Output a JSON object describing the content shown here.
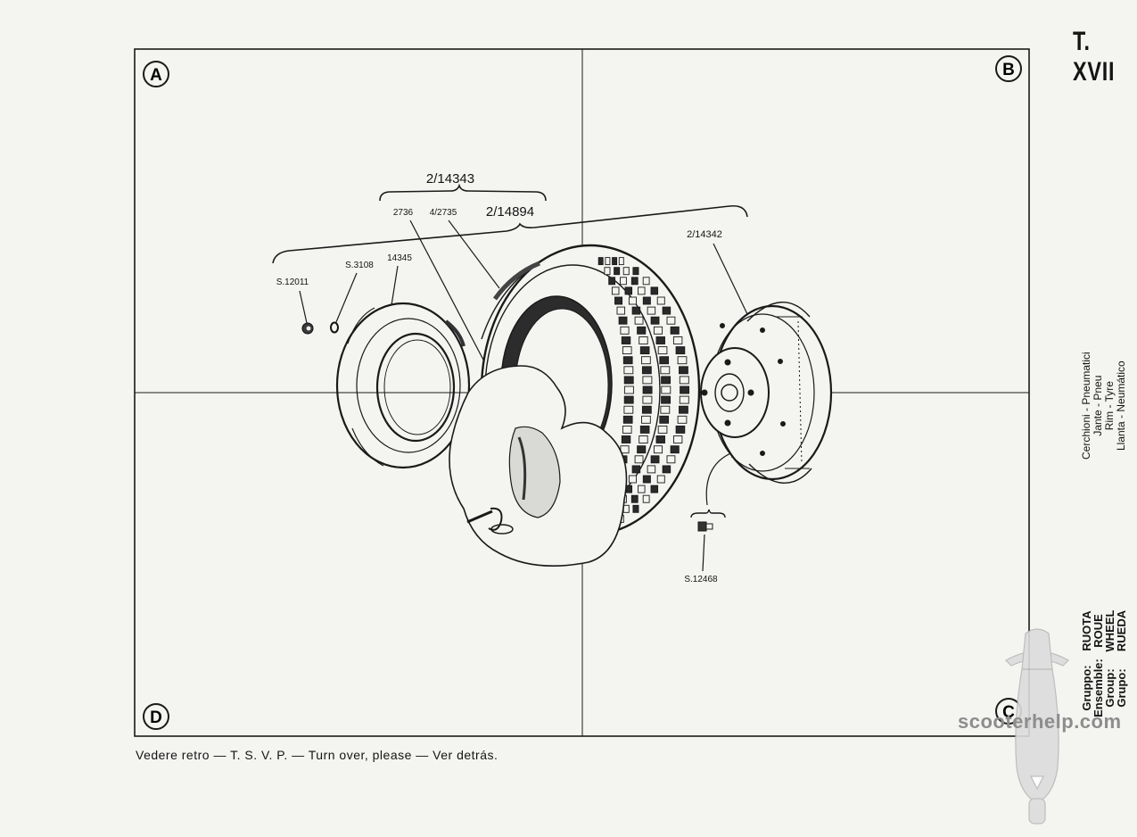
{
  "plate": {
    "title": "T. XVII"
  },
  "quadrants": {
    "a": "A",
    "b": "B",
    "c": "C",
    "d": "D"
  },
  "parts": {
    "group_tyre_rim": "2/14343",
    "valve": "2736",
    "tube": "4/2735",
    "tyre": "2/14894",
    "rim_half_outer": "2/14342",
    "nut": "S.12011",
    "washer": "S.3108",
    "rim_half_inner": "14345",
    "stud": "S.12468"
  },
  "sidebar": {
    "section": [
      "Cerchioni - Pneumatici",
      "Jante - Pneu",
      "Rim - Tyre",
      "Llanta - Neumático"
    ],
    "group": [
      {
        "label": "Gruppo:",
        "value": "RUOTA"
      },
      {
        "label": "Ensemble:",
        "value": "ROUE"
      },
      {
        "label": "Group:",
        "value": "WHEEL"
      },
      {
        "label": "Grupo:",
        "value": "RUEDA"
      }
    ]
  },
  "footer": {
    "note": "Vedere retro — T. S. V. P. — Turn over, please — Ver detrás."
  },
  "watermark": "scooterhelp.com"
}
